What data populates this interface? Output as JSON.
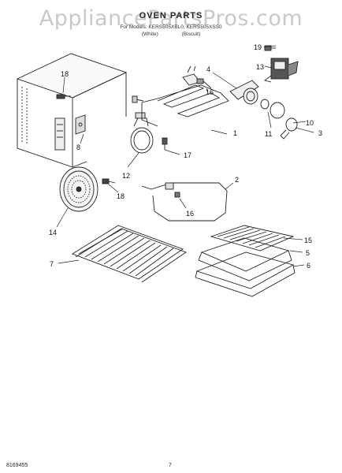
{
  "watermark": "AppliancePartsPros.com",
  "header": {
    "title": "OVEN PARTS",
    "subtitle_line1": "For Models: KERS505XBL0, KERS505XSS0",
    "subtitle_line2_left": "(White)",
    "subtitle_line2_right": "(Biscuit)"
  },
  "callouts": [
    "19",
    "13",
    "4",
    "18",
    "16",
    "1",
    "10",
    "11",
    "3",
    "8",
    "17",
    "12",
    "2",
    "18",
    "16",
    "14",
    "7",
    "15",
    "5",
    "6"
  ],
  "footer": {
    "doc_number": "8169455",
    "page_number": "7"
  }
}
